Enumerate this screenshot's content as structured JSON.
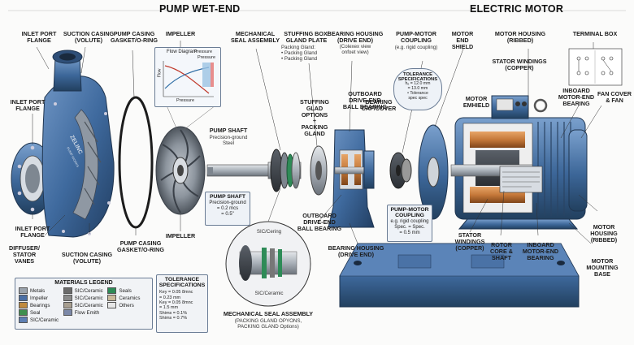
{
  "headers": {
    "wet_end": "PUMP WET-END",
    "motor": "ELECTRIC MOTOR"
  },
  "labels": {
    "inlet_port_flange_top": "INLET PORT\nFLANGE",
    "suction_casing_top": "SUCTION CASING\n(VOLUTE)",
    "pump_casing_gasket_top": "PUMP CASING\nGASKET/O-RING",
    "impeller_top": "IMPELLER",
    "mechanical_seal_assembly_top": "MECHANICAL\nSEAL ASSEMBLY",
    "stuffing_box": "STUFFING BOX/\nGLAND PLATE",
    "stuffing_box_sub": "Packing Gland:\n• Packing Gland\n• Packing Gland",
    "bearing_housing_top": "BEARING HOUSING\n(DRIVE END)",
    "bearing_housing_top_sub": "(Colexex view\nonfoet view)",
    "pump_motor_coupling_top": "PUMP-MOTOR\nCOUPLING",
    "pump_motor_coupling_top_sub": "(e.g. rigid coupling)",
    "motor_end_shield": "MOTOR\nEND SHIELD",
    "motor_housing_top": "MOTOR HOUSING\n(RIBBED)",
    "terminal_box": "TERMINAL BOX",
    "stator_windings_top": "STATOR WINDINGS\n(COPPER)",
    "inboard_bearing_top": "INBOARD\nMOTOR-END\nBEARING",
    "fan_cover": "FAN COVER\n& FAN",
    "motor_emhield": "MOTOR\nEMHIELD",
    "inlet_port_flange_left": "INLET PORT\nFLANGE",
    "pump_shaft": "PUMP SHAFT",
    "pump_shaft_sub": "Precision-ground\nSteel",
    "stuffing_glad_options": "STUFFING GLAD\nOPTIONS\n+\nPACKING\nGLAND",
    "outboard_bearing_top": "OUTBOARD\nDRIVE-END\nBALL BEARING",
    "bearing_cap": "BEARING\nCAP/COVER",
    "inlet_port_flange_bottom": "INLET PORT\nFLANGE",
    "diffuser": "DIFFUSER/\nSTATOR\nVANES",
    "suction_casing_bottom": "SUCTION CASING\n(VOLUTE)",
    "pump_casing_gasket_bottom": "PUMP CASING\nGASKET/O-RING",
    "impeller_bottom": "IMPELLER",
    "outboard_bearing_bottom": "OUTBOARD\nDRIVE-END\nBALL BEARING",
    "bearing_housing_bottom": "BEARING HOUSING\n(DRIVE END)",
    "stator_windings_bottom": "STATOR\nWINDINGS\n(COPPER)",
    "rotor_core": "ROTOR\nCORE &\nSHAFT",
    "inboard_bearing_bottom": "INBOARD\nMOTOR-END\nBEARING",
    "motor_housing_bottom": "MOTOR\nHOUSING\n(RIBBED)",
    "motor_mounting_base": "MOTOR\nMOUNTING\nBASE",
    "mech_seal_bottom": "MECHANICAL SEAL ASSEMBLY",
    "mech_seal_bottom_sub": "(PACKING GLAND OPYONS,\nPACKING GLAND Options)",
    "sic_cering": "SIC/Cering",
    "sic_ceramic": "SIC/Ceramic"
  },
  "flow_diagram": {
    "title": "Flow Diagram",
    "pressure_top": "Pressure",
    "pressure_label": "Pressure",
    "flow_axis": "Flow",
    "pressure_axis": "Pressure"
  },
  "pump_shaft_box": {
    "title": "PUMP SHAFT",
    "body": "Precision-ground\n= 0.2 mcs\n= 0.5\""
  },
  "tolerance_box_top": {
    "title": "TOLERANCE\nSPECIFICATIONS",
    "body": "hₑ = 12.0 mm\n= 13.0 mm\n• Tolerance\nspec spec"
  },
  "coupling_box": {
    "title": "PUMP-MOTOR\nCOUPLING",
    "body": "e.g. rigid coupling\nSpec. = Spec.\n= 0.5 mm"
  },
  "tolerance_box_bottom": {
    "title": "TOLERANCE\nSPECIFICATIONS",
    "body": "Key     = 0.05 8mnc\n          = 0.23 mm\nKey     = 0.05 8mnc\n          = 1.5 mm\nShims = 0.1%\nShims = 0.7%"
  },
  "materials_legend": {
    "title": "MATERIALS LEGEND",
    "items": [
      {
        "label": "Metals",
        "color": "#9aa3ad"
      },
      {
        "label": "SIC/Ceramic",
        "color": "#6b6b6b"
      },
      {
        "label": "Seals",
        "color": "#2e8b57"
      },
      {
        "label": "Impeller",
        "color": "#4a6fa5"
      },
      {
        "label": "SIC/Ceramic",
        "color": "#8a8a8a"
      },
      {
        "label": "Ceramics",
        "color": "#c9b99a"
      },
      {
        "label": "Bearings",
        "color": "#c08a3e"
      },
      {
        "label": "SIC/Ceramic",
        "color": "#a89f91"
      },
      {
        "label": "Others",
        "color": "#e6e6e6"
      },
      {
        "label": "Seal",
        "color": "#3f8f4f"
      },
      {
        "label": "Flow Emith",
        "color": "#7b88a8"
      },
      {
        "label": "",
        "color": ""
      },
      {
        "label": "SIC/Ceramic",
        "color": "#5d7fb3"
      },
      {
        "label": "",
        "color": ""
      },
      {
        "label": "",
        "color": ""
      }
    ]
  },
  "colors": {
    "pump_blue": "#3f6a9e",
    "pump_dark": "#2c4b73",
    "copper": "#c5793a",
    "steel": "#a7afb8",
    "seal_green": "#2e8b57"
  }
}
